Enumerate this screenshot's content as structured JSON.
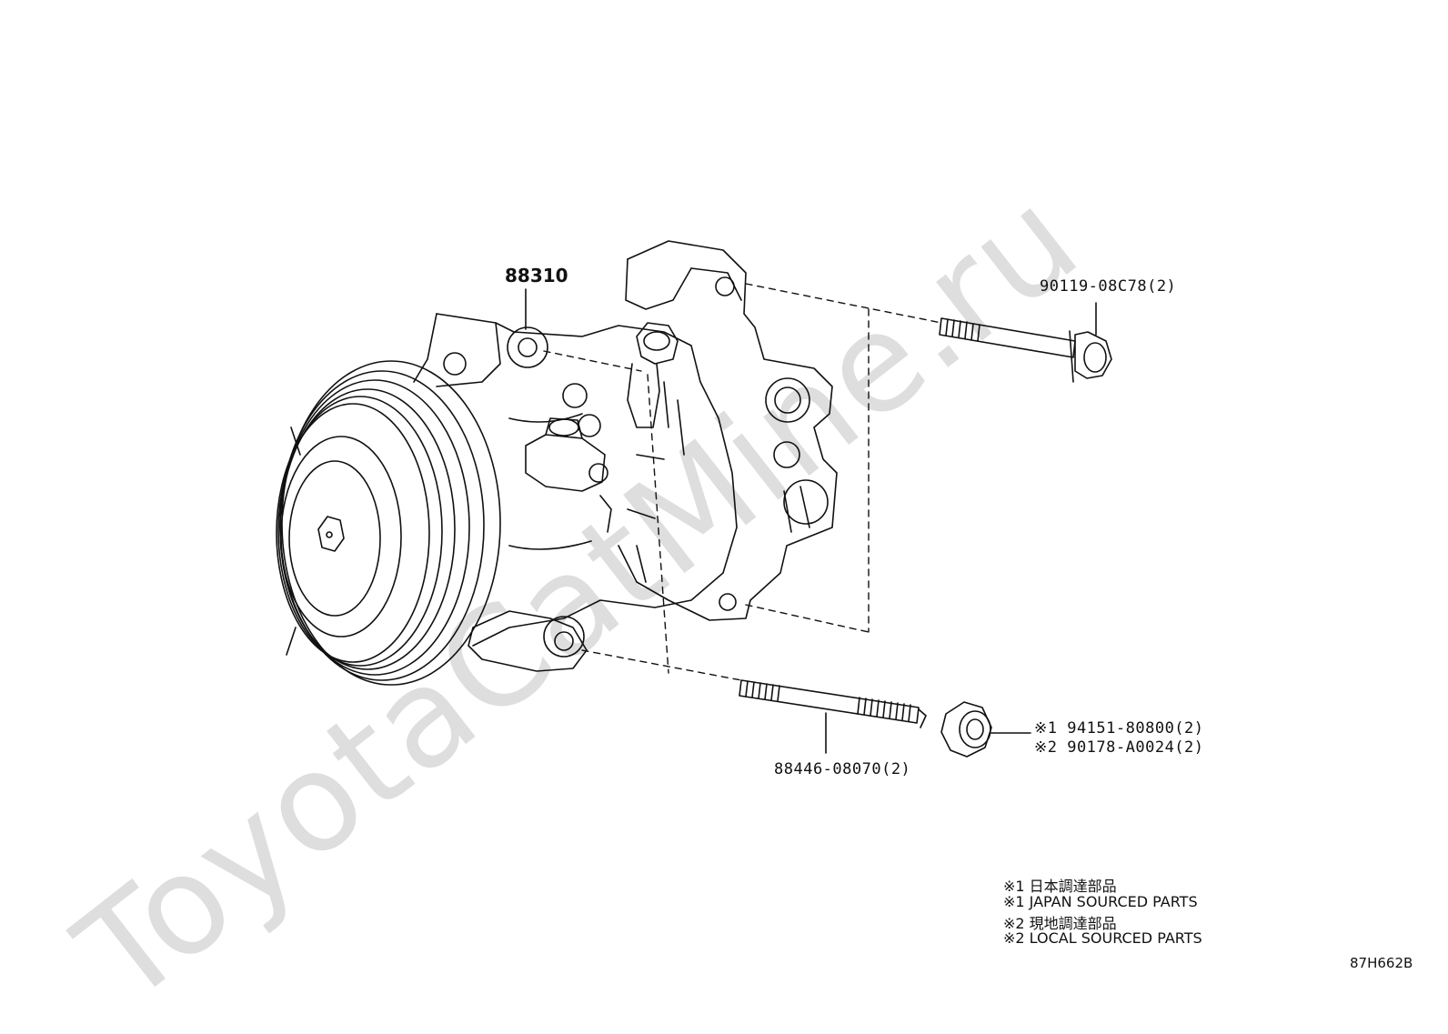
{
  "watermark": "ToyotaCatMine.ru",
  "parts": {
    "compressor": "88310",
    "upper_bolt": "90119-08C78(2)",
    "stud": "88446-08070(2)",
    "nut_a": "※1 94151-80800(2)",
    "nut_b": "※2 90178-A0024(2)"
  },
  "notes": [
    "※1 日本調達部品",
    "※1 JAPAN SOURCED PARTS",
    "※2 現地調達部品",
    "※2 LOCAL SOURCED PARTS"
  ],
  "diagram_code": "87H662B"
}
